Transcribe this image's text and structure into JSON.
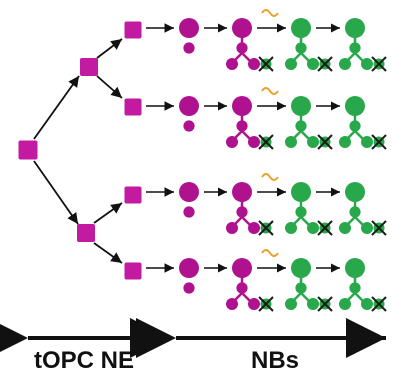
{
  "labels": {
    "left": "tOPC NE",
    "right": "NBs"
  },
  "colors": {
    "magenta": "#b0128f",
    "magentaFill": "#c31aa2",
    "green": "#28a84a",
    "arrow": "#111111",
    "cross": "#1b1b1b",
    "orange": "#e7a22c"
  },
  "diagram": {
    "rows": 4,
    "progression_columns": 4
  }
}
